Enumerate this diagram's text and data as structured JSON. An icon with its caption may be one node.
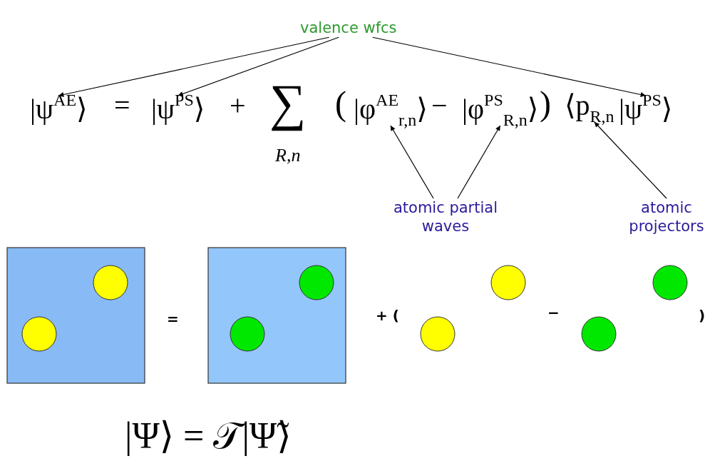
{
  "diagram": {
    "nodes": [
      {
        "text": [
          "valence wfcs"
        ]
      },
      {
        "text": [
          "|ψ$^{AE}$⟩"
        ]
      },
      {
        "text": [
          "|ψ$^{PS}$⟩"
        ]
      },
      {
        "text": [
          "|φ$^{AE}$$_{r,n}$⟩"
        ]
      },
      {
        "text": [
          "|φ$^{PS}$$_{R,n}$⟩"
        ]
      },
      {
        "text": [
          "⟨p$_{R,n}$"
        ]
      },
      {
        "text": [
          "|ψ$^{PS}$⟩"
        ]
      },
      {
        "text": [
          "atomic partial waves"
        ]
      },
      {
        "text": [
          "atomic projectors"
        ]
      }
    ],
    "edges": [
      {
        "from": 0,
        "to": 1,
        "arrow": "to"
      },
      {
        "from": 0,
        "to": 2,
        "arrow": "to"
      },
      {
        "from": 0,
        "to": 6,
        "arrow": "to"
      },
      {
        "from": 7,
        "to": 3,
        "arrow": "to"
      },
      {
        "from": 7,
        "to": 4,
        "arrow": "to"
      },
      {
        "from": 8,
        "to": 5,
        "arrow": "to"
      }
    ],
    "labels": [
      "=",
      "+",
      "∑",
      "(",
      "−",
      ")",
      "R,n",
      "=",
      "+ (",
      "−",
      ")",
      "|Ψ⟩ = 𝒯|Ψ̃⟩"
    ]
  }
}
